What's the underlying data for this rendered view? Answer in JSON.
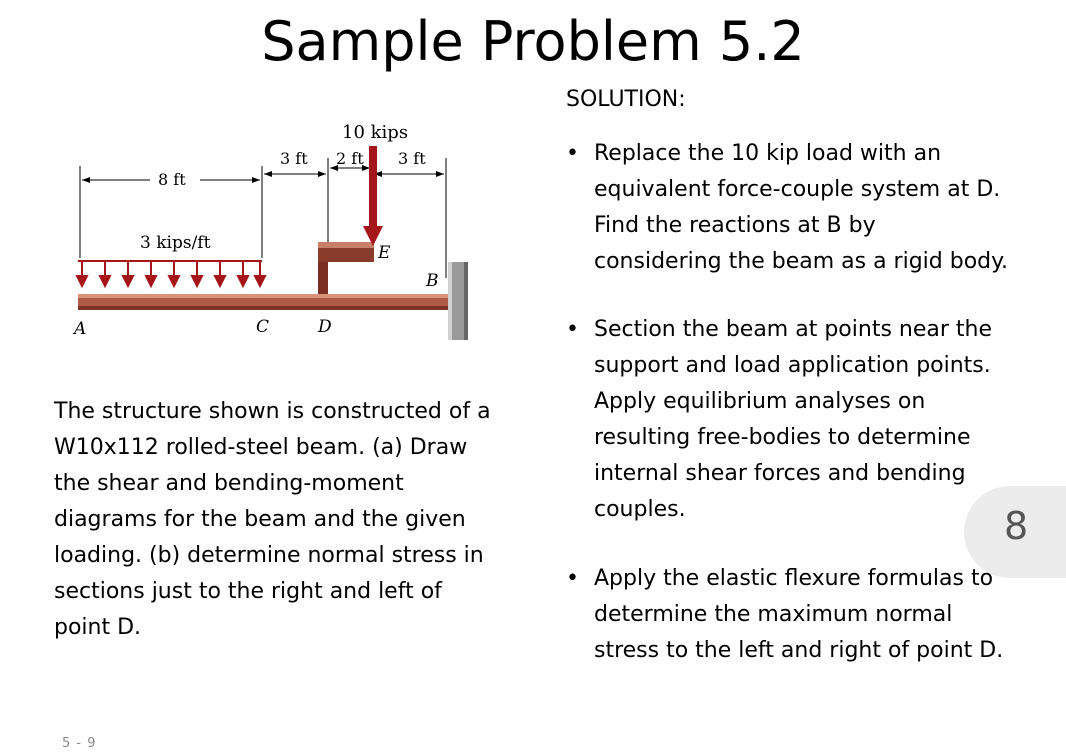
{
  "slide": {
    "title": "Sample Problem 5.2",
    "solution_heading": "SOLUTION:",
    "bullet_symbol": "•",
    "bullets": [
      {
        "lines": [
          "Replace the 10 kip load with an",
          "equivalent force-couple system at D.",
          "Find the reactions at B by",
          "considering the beam as a rigid body."
        ]
      },
      {
        "lines": [
          "Section the beam at points near the",
          "support and load application points.",
          "Apply equilibrium analyses on",
          "resulting free-bodies to determine",
          "internal shear forces and bending",
          "couples."
        ]
      },
      {
        "lines": [
          "Apply the elastic flexure formulas to",
          "determine the maximum normal",
          "stress to the left and right of point D."
        ]
      }
    ],
    "description_lines": [
      "The structure shown is constructed of a",
      "W10x112 rolled-steel beam.  (a) Draw",
      "the shear and bending-moment",
      "diagrams for the beam and the given",
      "loading.  (b) determine normal stress in",
      "sections just to the right and left of",
      "point D."
    ],
    "footer": "5 - 9",
    "page_number": "8"
  },
  "figure": {
    "load_label": "10 kips",
    "dim_3ft_a": "3 ft",
    "dim_2ft": "2 ft",
    "dim_3ft_b": "3 ft",
    "dim_8ft": "8 ft",
    "dist_load_label": "3 kips/ft",
    "label_A": "A",
    "label_B": "B",
    "label_C": "C",
    "label_D": "D",
    "label_E": "E"
  },
  "colors": {
    "beam": "#b05c48",
    "load_arrow": "#a4161a",
    "wall": "#9a9a9a"
  }
}
